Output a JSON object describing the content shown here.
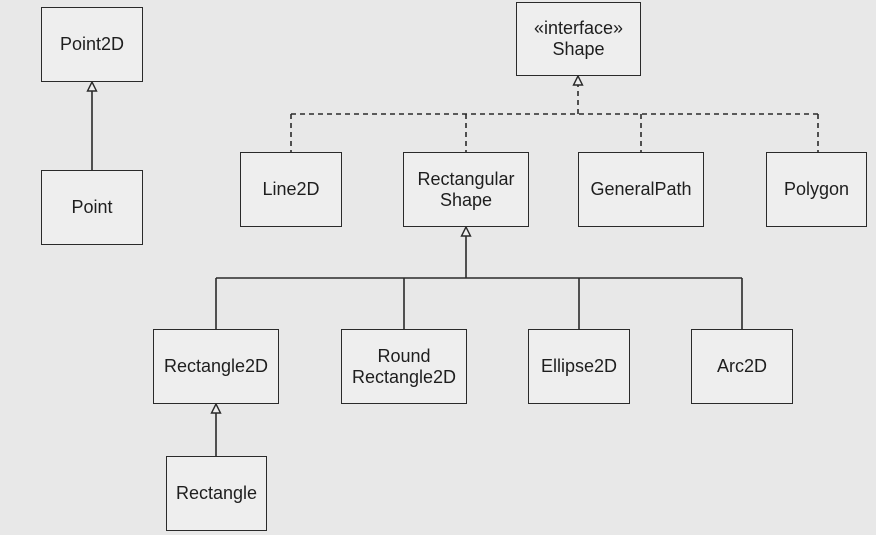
{
  "colors": {
    "background": "#e8e8e8",
    "box_fill": "#eeeeee",
    "stroke": "#2a2a2a",
    "text": "#1e1e1e"
  },
  "nodes": {
    "point2d": "Point2D",
    "point": "Point",
    "shape": "«interface»\nShape",
    "line2d": "Line2D",
    "rectangular_shape": "Rectangular\nShape",
    "general_path": "GeneralPath",
    "polygon": "Polygon",
    "rectangle2d": "Rectangle2D",
    "round_rectangle2d": "Round\nRectangle2D",
    "ellipse2d": "Ellipse2D",
    "arc2d": "Arc2D",
    "rectangle": "Rectangle"
  },
  "relations": [
    {
      "from": "point",
      "to": "point2d",
      "kind": "generalization"
    },
    {
      "from": "line2d",
      "to": "shape",
      "kind": "realization"
    },
    {
      "from": "rectangular_shape",
      "to": "shape",
      "kind": "realization"
    },
    {
      "from": "general_path",
      "to": "shape",
      "kind": "realization"
    },
    {
      "from": "polygon",
      "to": "shape",
      "kind": "realization"
    },
    {
      "from": "rectangle2d",
      "to": "rectangular_shape",
      "kind": "generalization"
    },
    {
      "from": "round_rectangle2d",
      "to": "rectangular_shape",
      "kind": "generalization"
    },
    {
      "from": "ellipse2d",
      "to": "rectangular_shape",
      "kind": "generalization"
    },
    {
      "from": "arc2d",
      "to": "rectangular_shape",
      "kind": "generalization"
    },
    {
      "from": "rectangle",
      "to": "rectangle2d",
      "kind": "generalization"
    }
  ]
}
